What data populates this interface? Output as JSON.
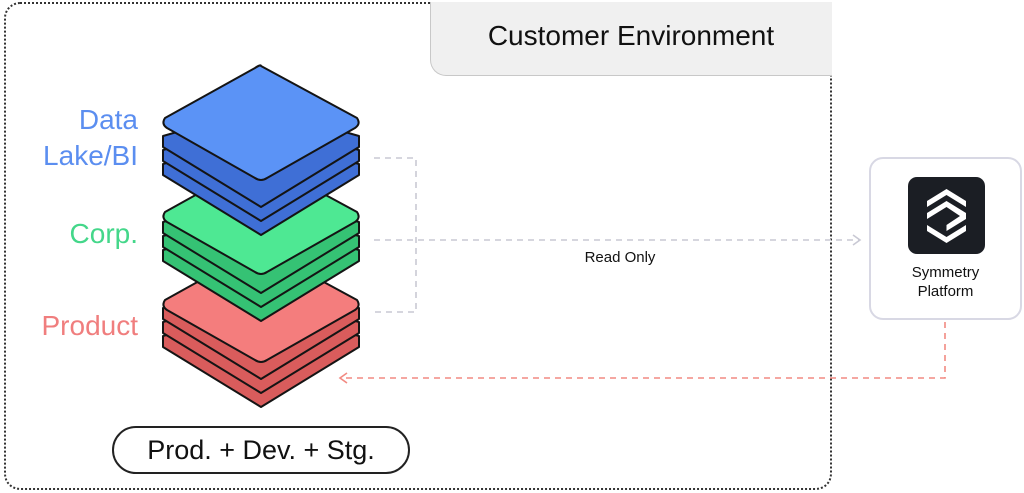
{
  "customer_environment": {
    "title": "Customer Environment"
  },
  "stack_labels": {
    "data_lake_line1": "Data",
    "data_lake_line2": "Lake/BI",
    "corp": "Corp.",
    "product": "Product"
  },
  "environments_label": "Prod. + Dev. + Stg.",
  "connection_label": "Read Only",
  "platform": {
    "line1": "Symmetry",
    "line2": "Platform",
    "logo_icon": "symmetry-logo-icon"
  },
  "colors": {
    "blue_top": "#5b93f6",
    "blue_under": "#3f6fd6",
    "green_top": "#4ee893",
    "green_under": "#35c274",
    "red_top": "#f47d7d",
    "red_under": "#d95c5c",
    "read_line": "#c9c9d4",
    "write_line": "#f28a82"
  }
}
